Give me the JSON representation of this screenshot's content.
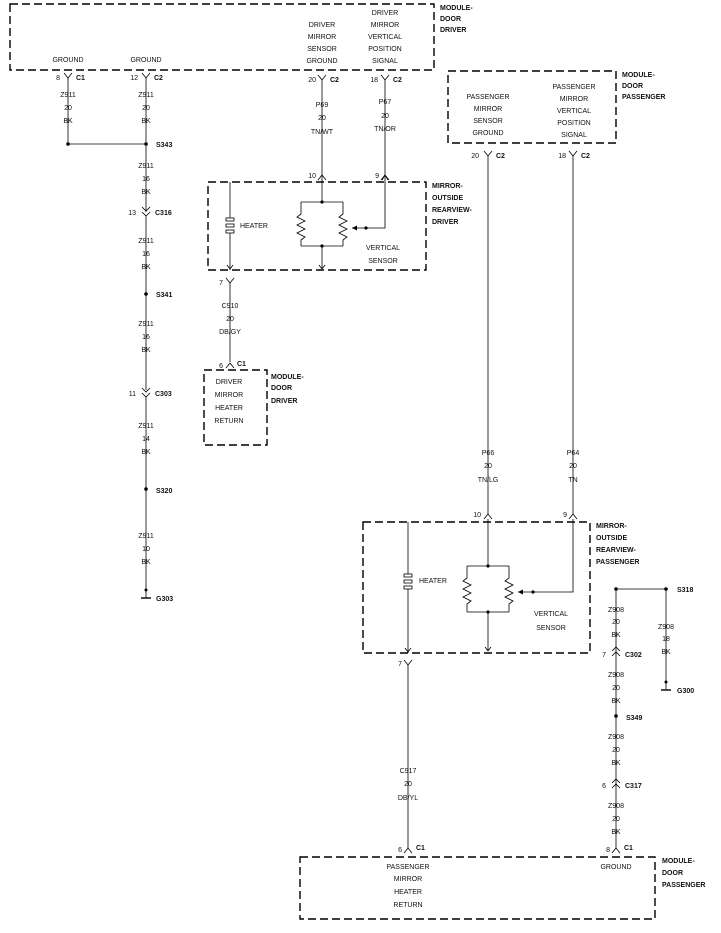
{
  "modules": {
    "door_driver_top": {
      "name": [
        "MODULE-",
        "DOOR",
        "DRIVER"
      ]
    },
    "door_passenger_top": {
      "name": [
        "MODULE-",
        "DOOR",
        "PASSENGER"
      ]
    },
    "door_driver_bottom": {
      "name": [
        "MODULE-",
        "DOOR",
        "DRIVER"
      ]
    },
    "door_passenger_bottom": {
      "name": [
        "MODULE-",
        "DOOR",
        "PASSENGER"
      ]
    },
    "mirror_driver": {
      "name": [
        "MIRROR-",
        "OUTSIDE",
        "REARVIEW-",
        "DRIVER"
      ]
    },
    "mirror_passenger": {
      "name": [
        "MIRROR-",
        "OUTSIDE",
        "REARVIEW-",
        "PASSENGER"
      ]
    }
  },
  "pin_labels": {
    "ground": "GROUND",
    "drv_mirror_sensor_ground": [
      "DRIVER",
      "MIRROR",
      "SENSOR",
      "GROUND"
    ],
    "drv_mirror_vertical_signal": [
      "DRIVER",
      "MIRROR",
      "VERTICAL",
      "POSITION",
      "SIGNAL"
    ],
    "pass_mirror_sensor_ground": [
      "PASSENGER",
      "MIRROR",
      "SENSOR",
      "GROUND"
    ],
    "pass_mirror_vertical_signal": [
      "PASSENGER",
      "MIRROR",
      "VERTICAL",
      "POSITION",
      "SIGNAL"
    ],
    "drv_heater_return": [
      "DRIVER",
      "MIRROR",
      "HEATER",
      "RETURN"
    ],
    "pass_heater_return": [
      "PASSENGER",
      "MIRROR",
      "HEATER",
      "RETURN"
    ],
    "heater": "HEATER",
    "vertical_sensor": [
      "VERTICAL",
      "SENSOR"
    ]
  },
  "connectors": {
    "c1_8": {
      "pin": "8",
      "name": "C1"
    },
    "c2_12": {
      "pin": "12",
      "name": "C2"
    },
    "c2_20": {
      "pin": "20",
      "name": "C2"
    },
    "c2_18": {
      "pin": "18",
      "name": "C2"
    },
    "pc2_20": {
      "pin": "20",
      "name": "C2"
    },
    "pc2_18": {
      "pin": "18",
      "name": "C2"
    },
    "c316": {
      "pin": "13",
      "name": "C316"
    },
    "c303": {
      "pin": "11",
      "name": "C303"
    },
    "dm_10": {
      "pin": "10"
    },
    "dm_9": {
      "pin": "9"
    },
    "dm_7": {
      "pin": "7"
    },
    "pm_10": {
      "pin": "10"
    },
    "pm_9": {
      "pin": "9"
    },
    "pm_7": {
      "pin": "7"
    },
    "c1_6": {
      "pin": "6",
      "name": "C1"
    },
    "c302": {
      "pin": "7",
      "name": "C302"
    },
    "c317": {
      "pin": "6",
      "name": "C317"
    },
    "pc1_6": {
      "pin": "6",
      "name": "C1"
    },
    "pc1_8": {
      "pin": "8",
      "name": "C1"
    }
  },
  "wires": {
    "z911_20": [
      "Z911",
      "20",
      "BK"
    ],
    "z911_20b": [
      "Z911",
      "20",
      "BK"
    ],
    "z911_16a": [
      "Z911",
      "16",
      "BK"
    ],
    "z911_16b": [
      "Z911",
      "16",
      "BK"
    ],
    "z911_16c": [
      "Z911",
      "16",
      "BK"
    ],
    "z911_14": [
      "Z911",
      "14",
      "BK"
    ],
    "z911_10": [
      "Z911",
      "10",
      "BK"
    ],
    "p69": [
      "P69",
      "20",
      "TN/WT"
    ],
    "p67": [
      "P67",
      "20",
      "TN/OR"
    ],
    "c910": [
      "C910",
      "20",
      "DB/GY"
    ],
    "p66": [
      "P66",
      "20",
      "TN/LG"
    ],
    "p64": [
      "P64",
      "20",
      "TN"
    ],
    "c917": [
      "C917",
      "20",
      "DB/YL"
    ],
    "z908_a": [
      "Z908",
      "20",
      "BK"
    ],
    "z908_b": [
      "Z908",
      "20",
      "BK"
    ],
    "z908_c": [
      "Z908",
      "20",
      "BK"
    ],
    "z908_d": [
      "Z908",
      "20",
      "BK"
    ],
    "z908_g": [
      "Z908",
      "18",
      "BK"
    ]
  },
  "splices": {
    "s343": "S343",
    "s341": "S341",
    "s320": "S320",
    "s318": "S318",
    "s349": "S349"
  },
  "grounds": {
    "g303": "G303",
    "g300": "G300"
  }
}
